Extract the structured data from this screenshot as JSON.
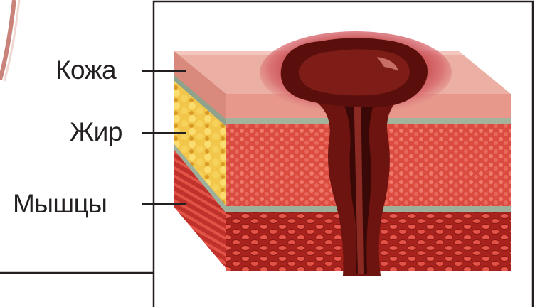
{
  "labels": {
    "skin": "Кожа",
    "fat": "Жир",
    "muscle": "Мышцы"
  },
  "colors": {
    "skin": "#e8a79a",
    "fat": "#e8b93a",
    "muscle": "#d63a34",
    "wound": "#5a0f0c",
    "frame": "#231f20"
  }
}
